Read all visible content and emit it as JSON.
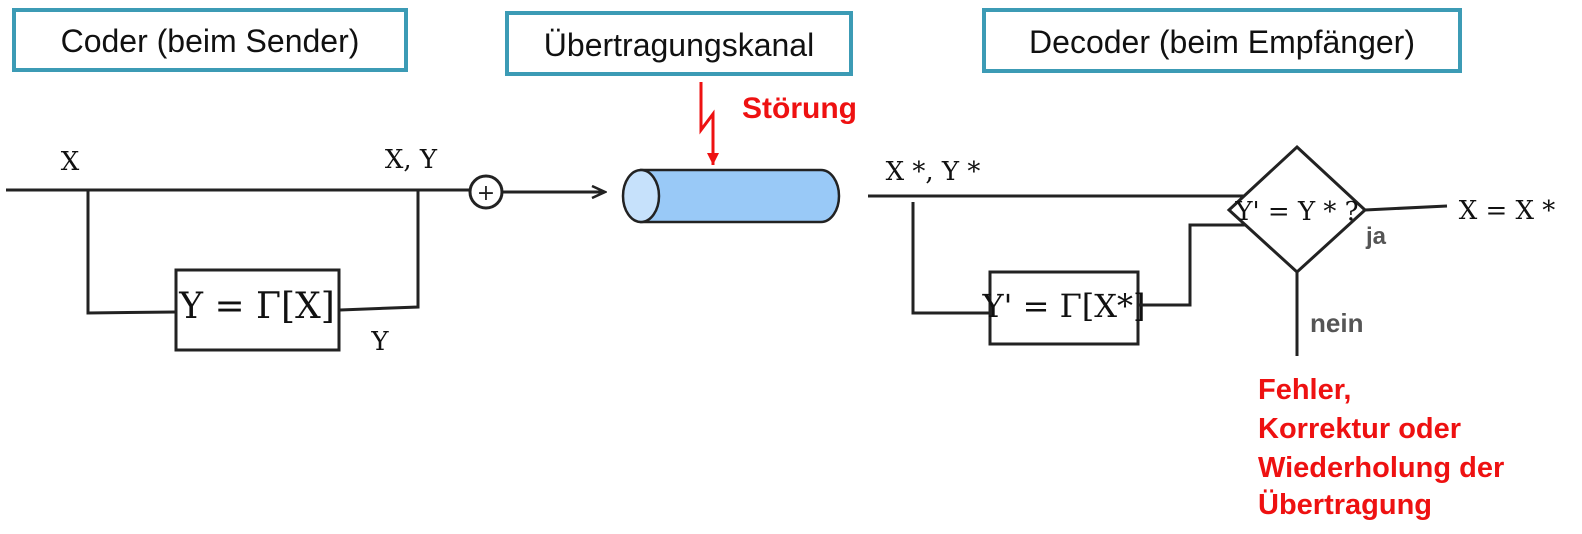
{
  "headers": {
    "coder": "Coder (beim Sender)",
    "channel": "Übertragungskanal",
    "decoder": "Decoder (beim Empfänger)"
  },
  "colors": {
    "header_border": "#3c9bb5",
    "channel_fill": "#99c9f7",
    "error_red": "#ee1111",
    "answer_gray": "#555555"
  },
  "coder": {
    "input_label": "X",
    "output_label": "X, Y",
    "check_label": "Y",
    "function": "Y = Γ[X]",
    "adder_symbol": "+"
  },
  "channel": {
    "noise_label": "Störung"
  },
  "decoder": {
    "input_label": "X *, Y *",
    "function": "Y' = Γ[X*]",
    "decision": "Y' = Y * ?",
    "yes_label": "ja",
    "no_label": "nein",
    "result_label": "X = X *",
    "error_lines": [
      "Fehler,",
      "Korrektur oder",
      "Wiederholung der",
      "Übertragung"
    ]
  }
}
